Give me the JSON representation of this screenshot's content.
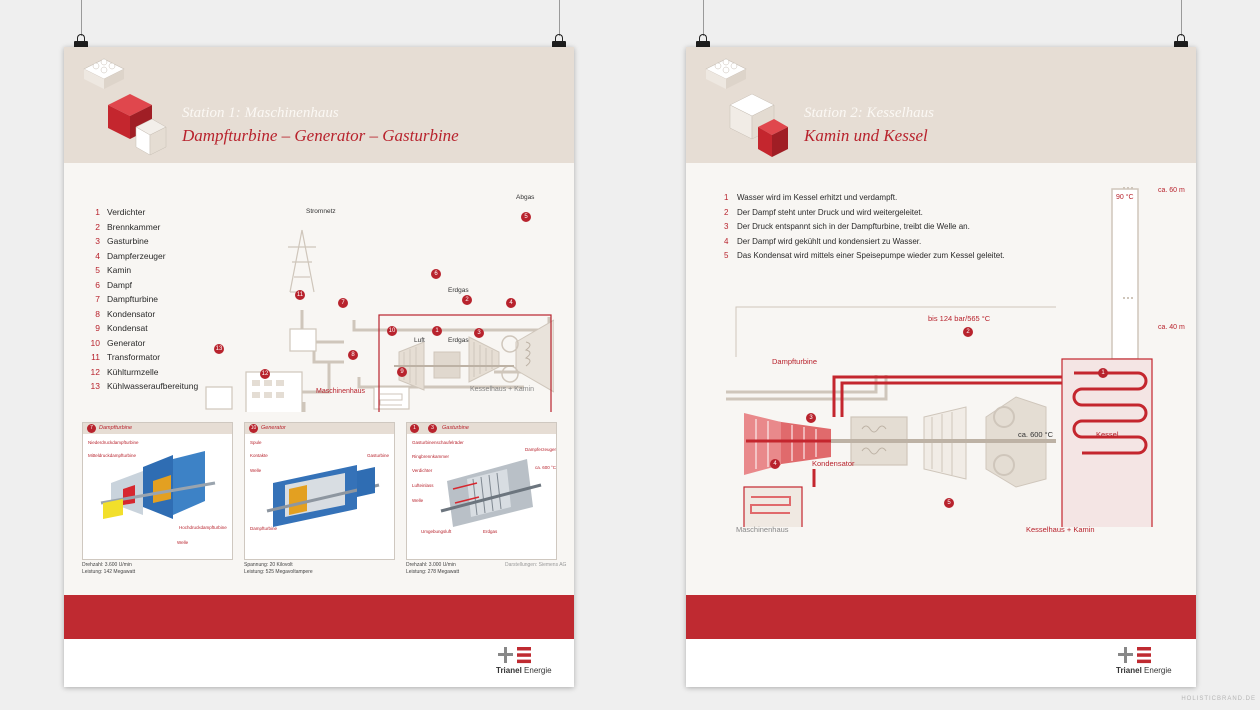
{
  "poster1": {
    "station": "Station 1: Maschinenhaus",
    "title": "Dampfturbine – Generator – Gasturbine",
    "legend": [
      {
        "n": "1",
        "label": "Verdichter"
      },
      {
        "n": "2",
        "label": "Brennkammer"
      },
      {
        "n": "3",
        "label": "Gasturbine"
      },
      {
        "n": "4",
        "label": "Dampferzeuger"
      },
      {
        "n": "5",
        "label": "Kamin"
      },
      {
        "n": "6",
        "label": "Dampf"
      },
      {
        "n": "7",
        "label": "Dampfturbine"
      },
      {
        "n": "8",
        "label": "Kondensator"
      },
      {
        "n": "9",
        "label": "Kondensat"
      },
      {
        "n": "10",
        "label": "Generator"
      },
      {
        "n": "11",
        "label": "Transformator"
      },
      {
        "n": "12",
        "label": "Kühlturmzelle"
      },
      {
        "n": "13",
        "label": "Kühlwasseraufbereitung"
      }
    ],
    "diagram": {
      "abgas": "Abgas",
      "stromnetz": "Stromnetz",
      "erdgas_top": "Erdgas",
      "luft": "Luft",
      "erdgas_bottom": "Erdgas",
      "maschinenhaus": "Maschinenhaus",
      "kesselhaus": "Kesselhaus + Kamin"
    },
    "cards": [
      {
        "num": "7",
        "num2": "",
        "title": "Dampfturbine",
        "labels": [
          "Niederdruckdampfturbine",
          "Mitteldruckdampfturbine",
          "Hochdruckdampfturbine",
          "Welle"
        ],
        "footer": [
          "Drehzahl: 3.600 U/min",
          "Leistung: 142 Megawatt"
        ]
      },
      {
        "num": "10",
        "num2": "",
        "title": "Generator",
        "labels": [
          "Spule",
          "Kontakte",
          "Welle",
          "Gasturbine",
          "Dampfturbine"
        ],
        "footer": [
          "Spannung: 20 Kilovolt",
          "Leistung: 525 Megavoltampere"
        ]
      },
      {
        "num": "1",
        "num2": "3",
        "title": "Gasturbine",
        "labels": [
          "Gasturbinenschaufelräder",
          "Ringbrennkammer",
          "Verdichter",
          "Lufteinlass",
          "Welle",
          "Umgebungsluft",
          "Erdgas",
          "Dampferzeuger",
          "ca. 600 °C"
        ],
        "footer": [
          "Drehzahl: 3.000 U/min",
          "Leistung: 278 Megawatt"
        ]
      }
    ],
    "credit": "Darstellungen: Siemens AG",
    "logo": {
      "bold": "Trianel",
      "light": "Energie"
    }
  },
  "poster2": {
    "station": "Station 2: Kesselhaus",
    "title": "Kamin und Kessel",
    "steps": [
      {
        "n": "1",
        "text": "Wasser wird im Kessel erhitzt und verdampft."
      },
      {
        "n": "2",
        "text": "Der Dampf steht unter Druck und wird weitergeleitet."
      },
      {
        "n": "3",
        "text": "Der Druck entspannt sich in der Dampfturbine, treibt die Welle an."
      },
      {
        "n": "4",
        "text": "Der Dampf wird gekühlt und kondensiert zu Wasser."
      },
      {
        "n": "5",
        "text": "Das Kondensat wird mittels einer Speisepumpe wieder zum Kessel geleitet."
      }
    ],
    "diagram": {
      "ca60": "ca. 60 m",
      "temp90": "90 °C",
      "ca40": "ca. 40 m",
      "pressure": "bis 124 bar/565 °C",
      "dampfturbine": "Dampfturbine",
      "kondensator": "Kondensator",
      "ca600": "ca. 600 °C",
      "kessel": "Kessel",
      "maschinenhaus": "Maschinenhaus",
      "kesselhaus": "Kesselhaus + Kamin"
    },
    "logo": {
      "bold": "Trianel",
      "light": "Energie"
    }
  },
  "watermark": "HOLISTICBRAND.DE",
  "colors": {
    "brand_red": "#bf2a31",
    "header_beige": "#e6ddd4",
    "poster_bg": "#f8f6f3",
    "pipe_grey": "#cfc6bb"
  }
}
